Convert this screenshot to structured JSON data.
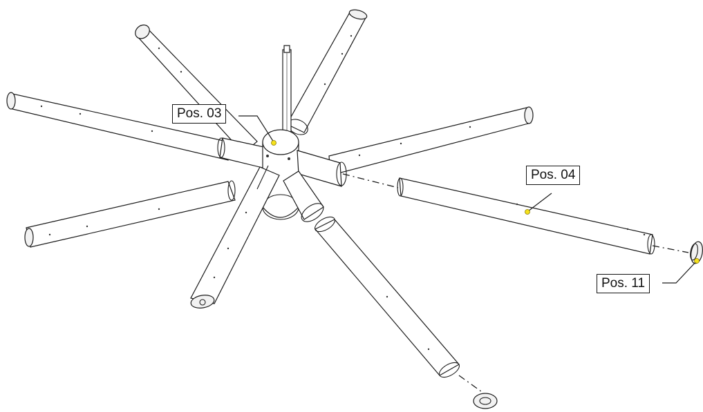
{
  "diagram": {
    "callouts": [
      {
        "id": "pos03",
        "label": "Pos. 03"
      },
      {
        "id": "pos04",
        "label": "Pos. 04"
      },
      {
        "id": "pos11",
        "label": "Pos. 11"
      }
    ]
  },
  "colors": {
    "line": "#1a1a1a",
    "fill": "#ffffff",
    "marker": "#f5e11c"
  }
}
